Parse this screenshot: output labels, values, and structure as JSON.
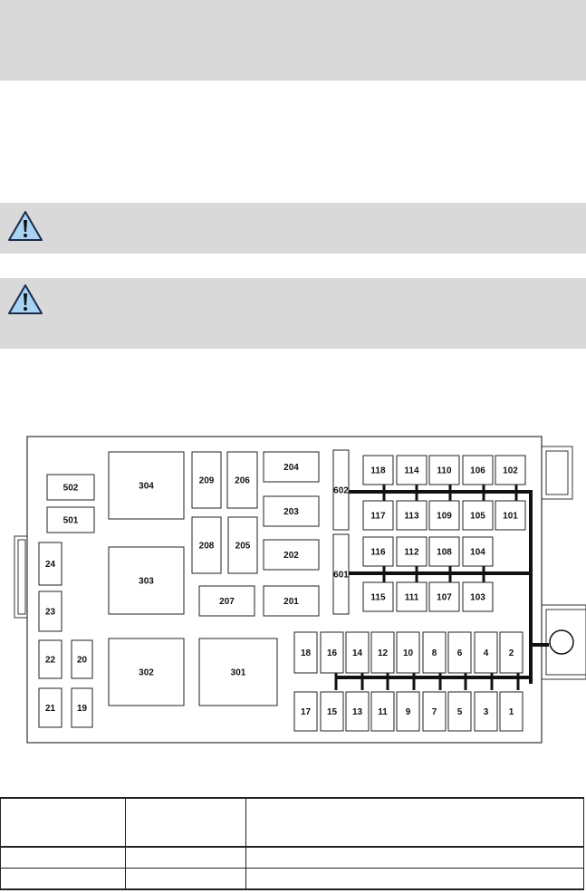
{
  "page": {
    "bands": [
      "top",
      "warning-1",
      "warning-2"
    ]
  },
  "warnings": [
    {
      "icon": "warning-triangle-icon",
      "text": ""
    },
    {
      "icon": "warning-triangle-icon",
      "text": ""
    }
  ],
  "fuse_box": {
    "mini_fuses": [
      "1",
      "2",
      "3",
      "4",
      "5",
      "6",
      "7",
      "8",
      "9",
      "10",
      "11",
      "12",
      "13",
      "14",
      "15",
      "16",
      "17",
      "18",
      "19",
      "20",
      "21",
      "22",
      "23",
      "24"
    ],
    "cartridge_fuses": [
      "101",
      "102",
      "103",
      "104",
      "105",
      "106",
      "107",
      "108",
      "109",
      "110",
      "111",
      "112",
      "113",
      "114",
      "115",
      "116",
      "117",
      "118"
    ],
    "relays": [
      "201",
      "202",
      "203",
      "204",
      "205",
      "206",
      "207",
      "208",
      "209",
      "301",
      "302",
      "303",
      "304"
    ],
    "diodes": [
      "501",
      "502"
    ],
    "circuit_breakers": [
      "601",
      "602"
    ],
    "labels": {
      "f1": "1",
      "f2": "2",
      "f3": "3",
      "f4": "4",
      "f5": "5",
      "f6": "6",
      "f7": "7",
      "f8": "8",
      "f9": "9",
      "f10": "10",
      "f11": "11",
      "f12": "12",
      "f13": "13",
      "f14": "14",
      "f15": "15",
      "f16": "16",
      "f17": "17",
      "f18": "18",
      "f19": "19",
      "f20": "20",
      "f21": "21",
      "f22": "22",
      "f23": "23",
      "f24": "24",
      "f101": "101",
      "f102": "102",
      "f103": "103",
      "f104": "104",
      "f105": "105",
      "f106": "106",
      "f107": "107",
      "f108": "108",
      "f109": "109",
      "f110": "110",
      "f111": "111",
      "f112": "112",
      "f113": "113",
      "f114": "114",
      "f115": "115",
      "f116": "116",
      "f117": "117",
      "f118": "118",
      "r201": "201",
      "r202": "202",
      "r203": "203",
      "r204": "204",
      "r205": "205",
      "r206": "206",
      "r207": "207",
      "r208": "208",
      "r209": "209",
      "r301": "301",
      "r302": "302",
      "r303": "303",
      "r304": "304",
      "d501": "501",
      "d502": "502",
      "cb601": "601",
      "cb602": "602"
    }
  },
  "table": {
    "headers": [
      "",
      "",
      ""
    ],
    "rows": [
      [
        "",
        "",
        ""
      ],
      [
        "",
        "",
        ""
      ]
    ]
  }
}
